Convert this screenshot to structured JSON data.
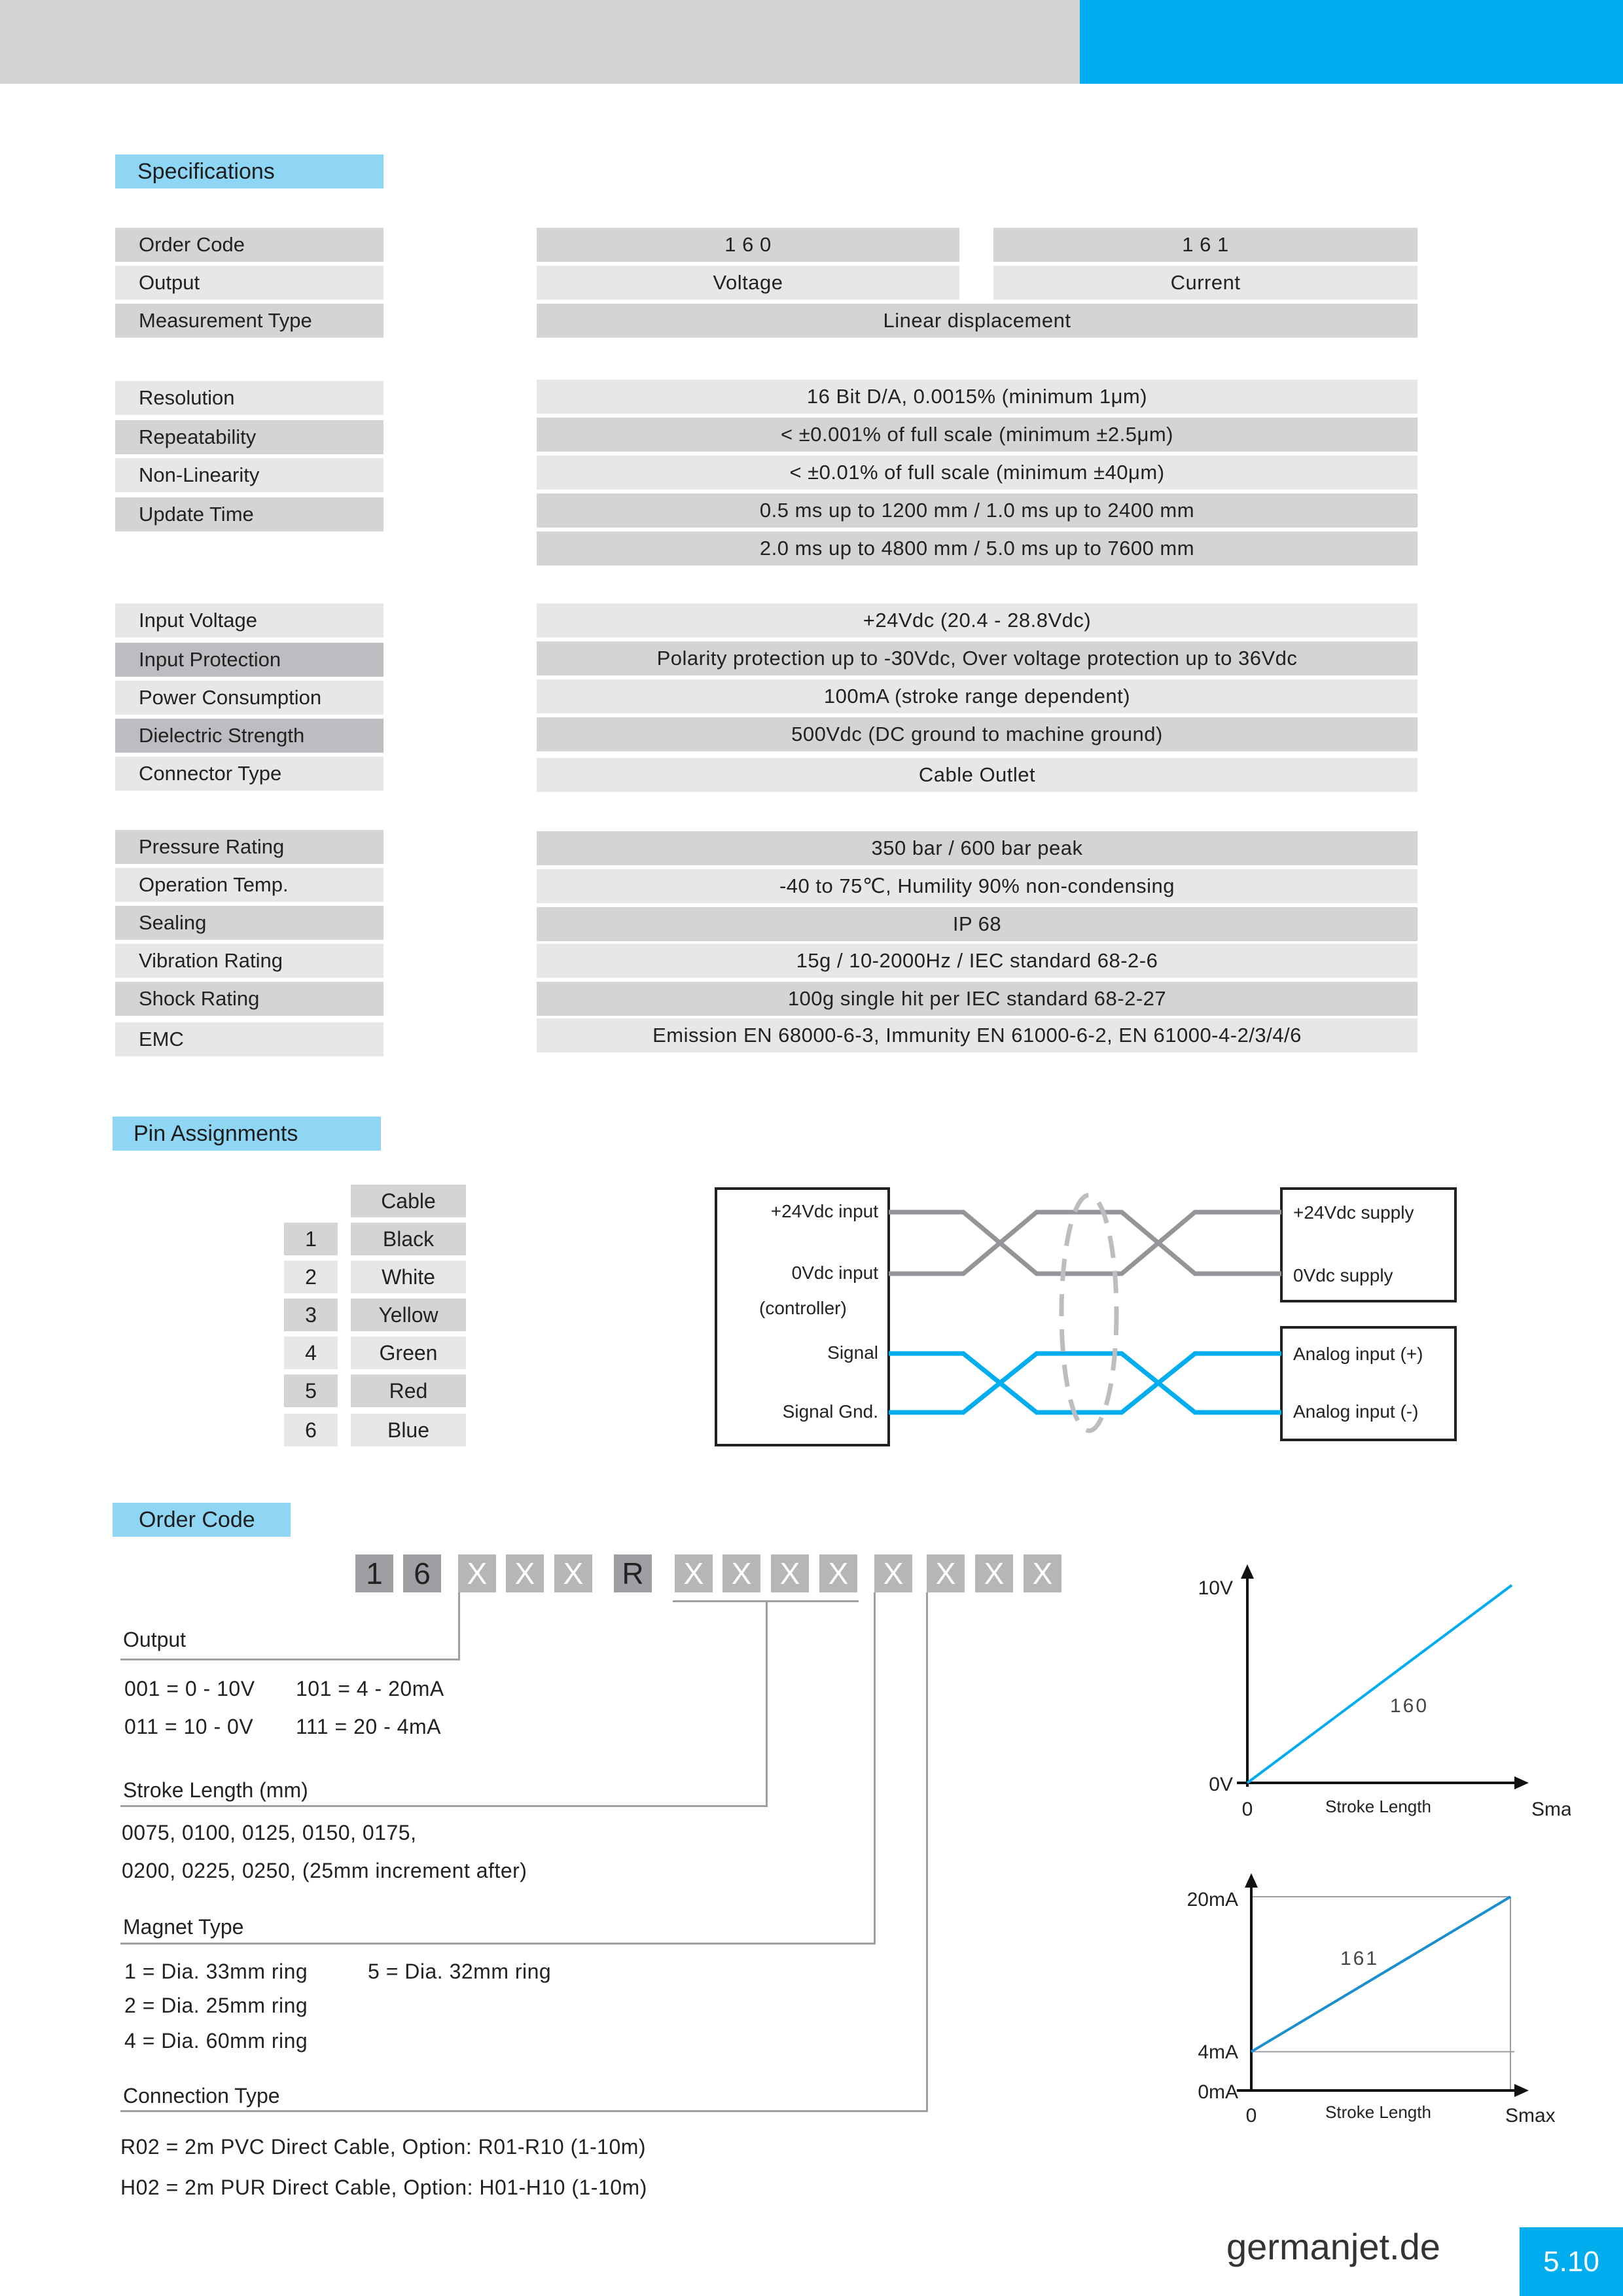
{
  "sections": {
    "specifications": "Specifications",
    "pin_assignments": "Pin Assignments",
    "order_code": "Order Code"
  },
  "specs": {
    "order_code": {
      "label": "Order Code",
      "v160": "1 6 0",
      "v161": "1 6 1"
    },
    "output": {
      "label": "Output",
      "v160": "Voltage",
      "v161": "Current"
    },
    "measurement_type": {
      "label": "Measurement Type",
      "value": "Linear displacement"
    },
    "resolution": {
      "label": "Resolution",
      "value": "16 Bit D/A, 0.0015% (minimum 1μm)"
    },
    "repeatability": {
      "label": "Repeatability",
      "value": "< ±0.001% of full scale (minimum ±2.5μm)"
    },
    "non_linearity": {
      "label": "Non-Linearity",
      "value": "< ±0.01% of full scale (minimum ±40μm)"
    },
    "update_time": {
      "label": "Update Time",
      "value1": "0.5 ms up to 1200 mm / 1.0 ms up to 2400 mm",
      "value2": "2.0 ms up to 4800 mm / 5.0 ms up to 7600 mm"
    },
    "input_voltage": {
      "label": "Input Voltage",
      "value": "+24Vdc (20.4 - 28.8Vdc)"
    },
    "input_protection": {
      "label": "Input Protection",
      "value": "Polarity protection up to -30Vdc, Over voltage protection up to 36Vdc"
    },
    "power_consumption": {
      "label": "Power Consumption",
      "value": "100mA (stroke range dependent)"
    },
    "dielectric_strength": {
      "label": "Dielectric Strength",
      "value": "500Vdc (DC ground to machine ground)"
    },
    "connector_type": {
      "label": "Connector Type",
      "value": "Cable Outlet"
    },
    "pressure_rating": {
      "label": "Pressure Rating",
      "value": "350 bar / 600 bar peak"
    },
    "operation_temp": {
      "label": "Operation Temp.",
      "value": "-40 to 75℃, Humility 90% non-condensing"
    },
    "sealing": {
      "label": "Sealing",
      "value": "IP 68"
    },
    "vibration_rating": {
      "label": "Vibration Rating",
      "value": "15g / 10-2000Hz / IEC standard 68-2-6"
    },
    "shock_rating": {
      "label": "Shock Rating",
      "value": "100g single hit per IEC standard 68-2-27"
    },
    "emc": {
      "label": "EMC",
      "value": "Emission EN 68000-6-3, Immunity EN 61000-6-2, EN 61000-4-2/3/4/6"
    }
  },
  "pins": {
    "header": "Cable",
    "rows": [
      {
        "num": "1",
        "color": "Black"
      },
      {
        "num": "2",
        "color": "White"
      },
      {
        "num": "3",
        "color": "Yellow"
      },
      {
        "num": "4",
        "color": "Green"
      },
      {
        "num": "5",
        "color": "Red"
      },
      {
        "num": "6",
        "color": "Blue"
      }
    ]
  },
  "wiring": {
    "left": {
      "p24": "+24Vdc input",
      "p0": "0Vdc input",
      "controller": "(controller)",
      "signal": "Signal",
      "gnd": "Signal Gnd."
    },
    "right_top": {
      "p24": "+24Vdc supply",
      "p0": "0Vdc supply"
    },
    "right_bottom": {
      "plus": "Analog input (+)",
      "minus": "Analog input (-)"
    },
    "gray_color": "#939598",
    "blue_color": "#00aeef"
  },
  "order": {
    "code_chars": [
      "1",
      "6",
      "X",
      "X",
      "X",
      "R",
      "X",
      "X",
      "X",
      "X",
      "X",
      "X",
      "X",
      "X"
    ],
    "output": {
      "title": "Output",
      "l1a": "001 = 0 - 10V",
      "l1b": "101 = 4 - 20mA",
      "l2a": "011 = 10 - 0V",
      "l2b": "111 = 20 - 4mA"
    },
    "stroke": {
      "title": "Stroke Length (mm)",
      "l1": "0075, 0100, 0125, 0150, 0175,",
      "l2": "0200, 0225, 0250, (25mm increment after)"
    },
    "magnet": {
      "title": "Magnet Type",
      "l1a": "1 = Dia. 33mm ring",
      "l1b": "5 = Dia. 32mm ring",
      "l2": "2 = Dia. 25mm ring",
      "l3": "4 = Dia. 60mm ring"
    },
    "connection": {
      "title": "Connection Type",
      "l1": "R02 = 2m PVC Direct Cable, Option: R01-R10 (1-10m)",
      "l2": "H02 = 2m PUR Direct Cable, Option: H01-H10 (1-10m)"
    }
  },
  "chart_data": [
    {
      "type": "line",
      "series": [
        {
          "name": "160",
          "x": [
            0,
            1
          ],
          "y": [
            0,
            10
          ]
        }
      ],
      "y_tick_labels": [
        "0V",
        "10V"
      ],
      "x_tick_labels": [
        "0",
        "Smax"
      ],
      "xlabel": "Stroke Length",
      "ylabel": "",
      "line_color": "#00aeef"
    },
    {
      "type": "line",
      "series": [
        {
          "name": "161",
          "x": [
            0,
            1
          ],
          "y": [
            4,
            20
          ]
        }
      ],
      "y_tick_labels": [
        "0mA",
        "4mA",
        "20mA"
      ],
      "x_tick_labels": [
        "0",
        "Smax"
      ],
      "xlabel": "Stroke Length",
      "ylabel": "",
      "line_color": "#1a8fd0"
    }
  ],
  "footer": {
    "site": "germanjet.de",
    "page": "5.10"
  }
}
